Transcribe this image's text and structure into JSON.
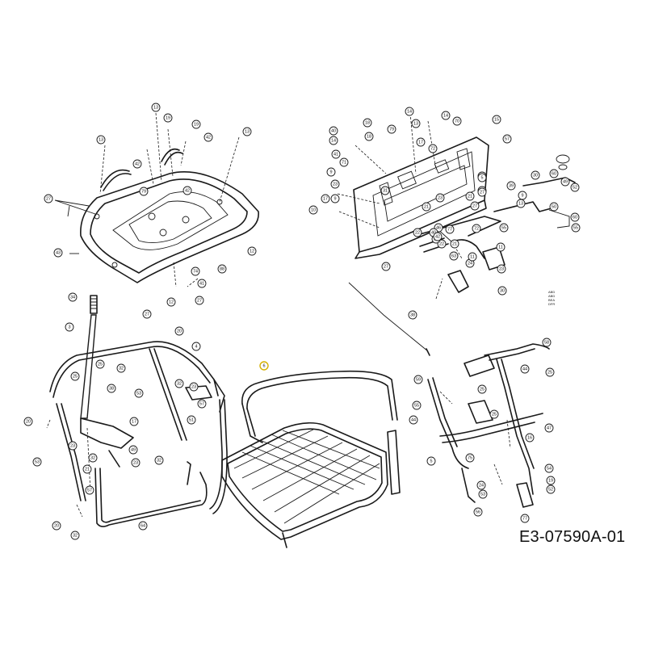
{
  "drawing_code": "E3-07590A-01",
  "code_tag": [
    "ABD",
    "ABD",
    "BEA",
    "DFR"
  ],
  "callouts": {
    "seat_pan": [
      "13",
      "19",
      "19",
      "42",
      "13",
      "13",
      "42",
      "27",
      "79",
      "42",
      "43",
      "12",
      "74",
      "41",
      "27",
      "27",
      "12",
      "88"
    ],
    "console": [
      "14",
      "14",
      "13",
      "18",
      "79",
      "70",
      "15",
      "40",
      "14",
      "18",
      "41",
      "71",
      "17",
      "72",
      "57",
      "9",
      "21",
      "23",
      "9",
      "31",
      "21",
      "21",
      "23",
      "27",
      "17",
      "5",
      "27",
      "21",
      "22",
      "10",
      "27",
      "22",
      "77",
      "23",
      "72",
      "11",
      "55",
      "46",
      "40",
      "42",
      "21",
      "63",
      "24",
      "11",
      "23",
      "38",
      "30",
      "39",
      "60",
      "49",
      "52",
      "50",
      "60",
      "55",
      "30",
      "13",
      "9"
    ],
    "left_frame": [
      "34",
      "3",
      "20",
      "4",
      "32",
      "25",
      "25",
      "38",
      "20",
      "23",
      "32",
      "57",
      "51",
      "53",
      "17",
      "49",
      "23",
      "32",
      "32",
      "21",
      "57",
      "20",
      "32",
      "53",
      "23",
      "64"
    ],
    "center_frame": [
      "6"
    ],
    "right_frame": [
      "58",
      "59",
      "44",
      "25",
      "55",
      "25",
      "44",
      "25",
      "47",
      "16",
      "5",
      "75",
      "54",
      "19",
      "52",
      "24",
      "53",
      "56",
      "77"
    ]
  }
}
